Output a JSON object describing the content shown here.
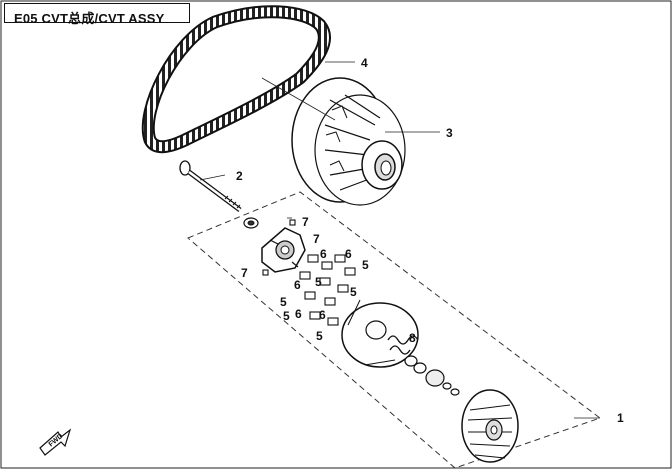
{
  "title": "E05 CVT总成/CVT ASSY",
  "fwd_label": "FWD",
  "callouts": [
    "1",
    "2",
    "3",
    "4",
    "5",
    "5",
    "5",
    "5",
    "5",
    "5",
    "6",
    "6",
    "6",
    "6",
    "6",
    "7",
    "7",
    "7",
    "8"
  ]
}
